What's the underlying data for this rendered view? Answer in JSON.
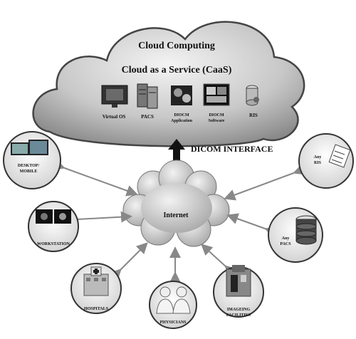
{
  "cloud": {
    "title": "Cloud Computing",
    "subtitle": "Cloud as a Service (CaaS)",
    "services": [
      {
        "label": "Virtual OS",
        "icon": "monitor-icon"
      },
      {
        "label": "PACS",
        "icon": "server-icon"
      },
      {
        "label": "DIOCM Application",
        "icon": "scan-image-icon"
      },
      {
        "label": "DIOCM Software",
        "icon": "software-screen-icon"
      },
      {
        "label": "RIS",
        "icon": "database-icon"
      }
    ]
  },
  "interface_label": "DICOM INTERFACE",
  "internet_label": "Internet",
  "nodes": {
    "desktop": "DESKTOP/ MOBILE",
    "workstation": "WORKSTATION",
    "hospitals": "HOSPITALS",
    "physicians": "PHYSICIANS",
    "imaging": "IMAGEING FACILITIES",
    "ris": "Any RIS",
    "pacs": "Any PACS"
  }
}
